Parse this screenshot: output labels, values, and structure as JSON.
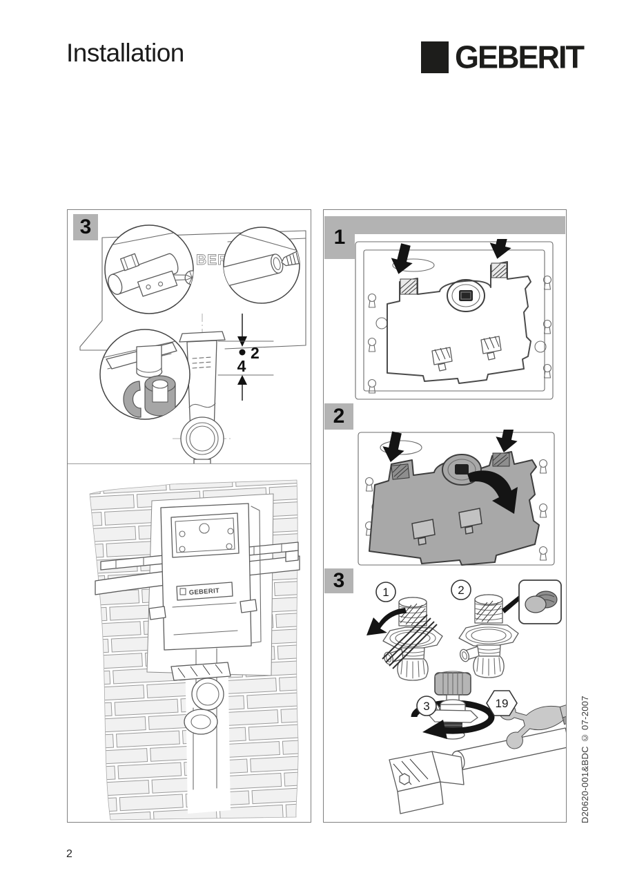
{
  "header": {
    "title": "Installation",
    "brand": "GEBERIT"
  },
  "left_panel": {
    "step_label": "3",
    "upper_detail": {
      "dim_point_label": "2",
      "dim_span_label": "4",
      "partial_brand_text": "BER"
    },
    "lower_detail": {
      "frame_brand": "GEBERIT"
    }
  },
  "right_panel": {
    "steps": [
      {
        "label": "1"
      },
      {
        "label": "2"
      },
      {
        "label": "3"
      }
    ],
    "step3_detail": {
      "valve_callout_1": "1",
      "valve_callout_2": "2",
      "valve_callout_3": "3",
      "wrench_size_label": "19"
    }
  },
  "footer": {
    "page_number": "2",
    "doc_ref": "D20620-001&BDC © 07-2007"
  },
  "colors": {
    "step_box_gray": "#b3b3b3",
    "plate_gray": "#a8a8a8",
    "brick_fill": "#f1f1f1",
    "arrow_black": "#141414",
    "line_gray": "#5f5f5f",
    "logo_black": "#1d1d1b"
  }
}
